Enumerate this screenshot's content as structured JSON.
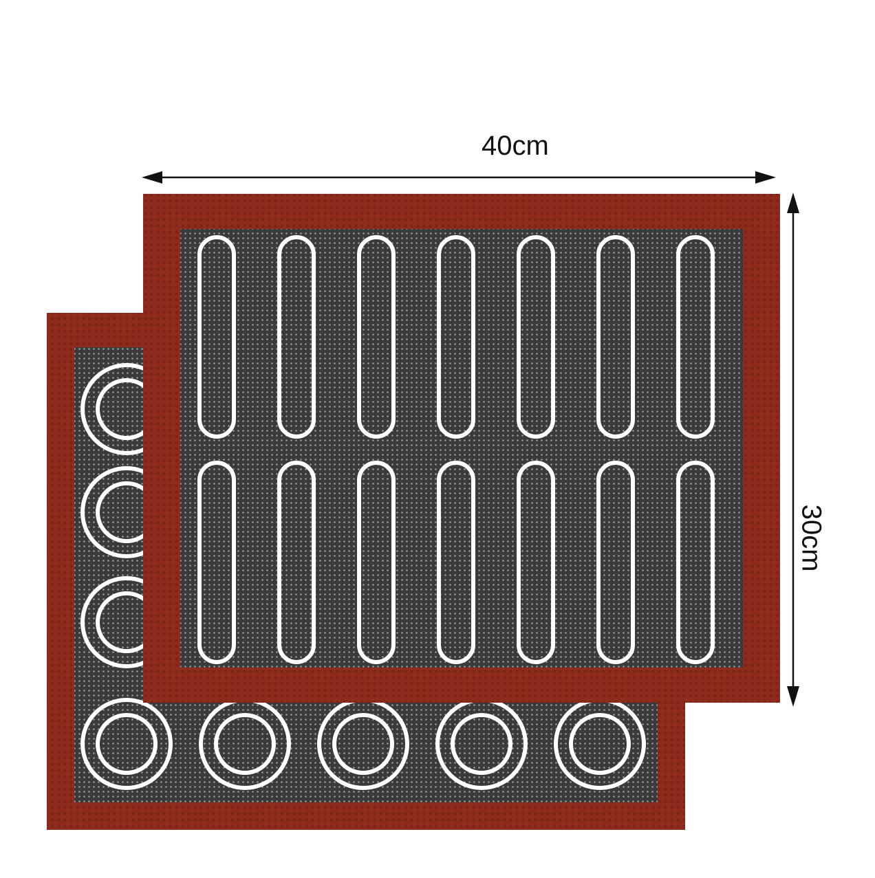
{
  "dimensions": {
    "width_label": "40cm",
    "height_label": "30cm"
  },
  "colors": {
    "border": "#8e2b1c",
    "border_dark": "#6a1d12",
    "surface": "#3a3a3c",
    "dots": "#9a9a9a",
    "outline": "#ffffff",
    "arrow": "#111111"
  },
  "front_mat": {
    "rows": 2,
    "columns": 7,
    "shape": "oval-strip"
  },
  "back_mat": {
    "shape": "double-ring",
    "visible_rows": 4,
    "visible_bottom_columns": 5
  }
}
